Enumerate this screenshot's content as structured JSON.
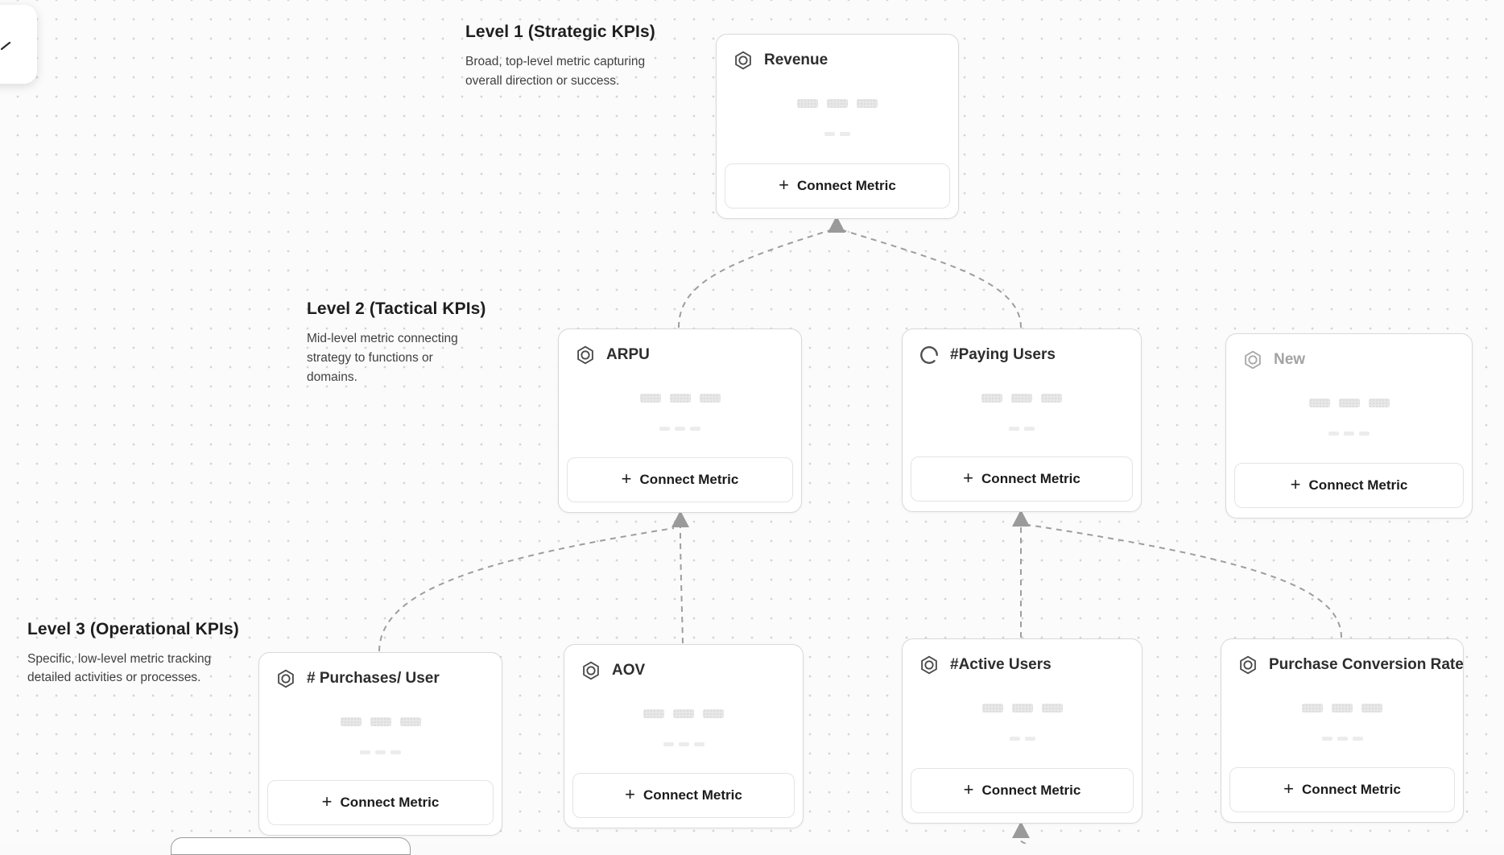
{
  "canvas": {
    "background_color": "#fbfbfb",
    "dot_color": "#d4d4d4",
    "connector_color": "#9e9e9e",
    "card_border_color": "#d9d9d9",
    "placeholder_text_color": "#a3a3a3"
  },
  "levels": [
    {
      "title": "Level 1 (Strategic KPIs)",
      "description": "Broad, top-level metric capturing overall direction or success."
    },
    {
      "title": "Level 2 (Tactical KPIs)",
      "description": "Mid-level metric connecting strategy to functions or domains."
    },
    {
      "title": "Level 3 (Operational KPIs)",
      "description": "Specific, low-level metric tracking detailed activities or processes."
    }
  ],
  "cards": [
    {
      "title": "Revenue",
      "level": 1,
      "icon": "metric-hexagon",
      "state": "default"
    },
    {
      "title": "ARPU",
      "level": 2,
      "icon": "metric-hexagon",
      "state": "default"
    },
    {
      "title": "#Paying Users",
      "level": 2,
      "icon": "spinner",
      "state": "loading"
    },
    {
      "title": "New",
      "level": 2,
      "icon": "metric-hexagon",
      "state": "placeholder"
    },
    {
      "title": "# Purchases/ User",
      "level": 3,
      "icon": "metric-hexagon",
      "state": "default"
    },
    {
      "title": "AOV",
      "level": 3,
      "icon": "metric-hexagon",
      "state": "default"
    },
    {
      "title": "#Active Users",
      "level": 3,
      "icon": "metric-hexagon",
      "state": "default"
    },
    {
      "title": "Purchase Conversion Rate",
      "level": 3,
      "icon": "metric-hexagon",
      "state": "default"
    }
  ],
  "actions": {
    "plus_glyph": "+",
    "connect_metric_label": "Connect Metric"
  }
}
